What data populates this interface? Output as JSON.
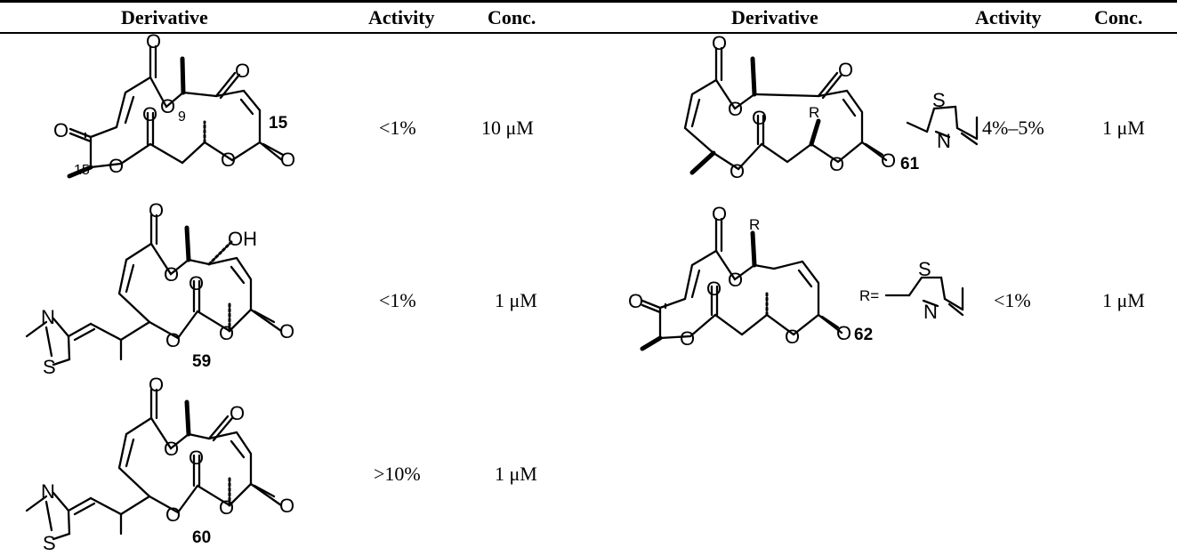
{
  "table": {
    "headers": [
      "Derivative",
      "Activity",
      "Conc.",
      "Derivative",
      "Activity",
      "Conc."
    ],
    "rows": [
      {
        "compound": "15",
        "activity": "<1%",
        "conc": "10 μM"
      },
      {
        "compound": "59",
        "activity": "<1%",
        "conc": "1 μM"
      },
      {
        "compound": "60",
        "activity": ">10%",
        "conc": "1 μM"
      },
      {
        "compound": "61",
        "activity": "4%–5%",
        "conc": "1 μM"
      },
      {
        "compound": "62",
        "activity": "<1%",
        "conc": "1 μM"
      }
    ],
    "structure_labels": {
      "oxygen": "O",
      "nitrogen": "N",
      "sulfur": "S",
      "hydroxyl": "OH",
      "r_group": "R",
      "r_equals": "R=",
      "locant_9": "9",
      "locant_15": "15"
    }
  }
}
